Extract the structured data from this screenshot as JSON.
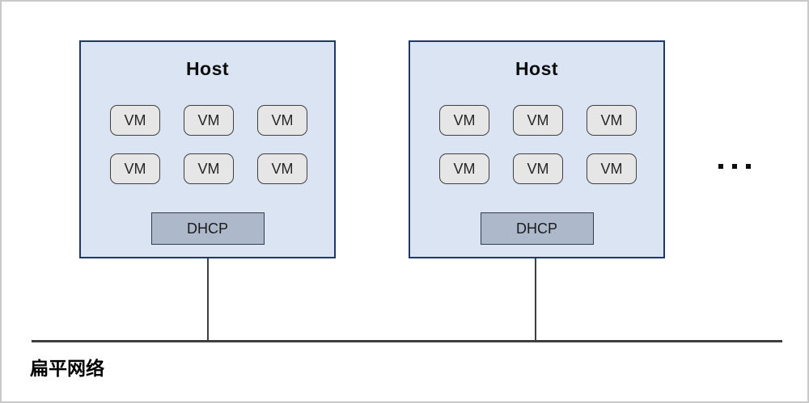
{
  "diagram": {
    "hosts": [
      {
        "title": "Host",
        "vms": [
          "VM",
          "VM",
          "VM",
          "VM",
          "VM",
          "VM"
        ],
        "dhcp_label": "DHCP"
      },
      {
        "title": "Host",
        "vms": [
          "VM",
          "VM",
          "VM",
          "VM",
          "VM",
          "VM"
        ],
        "dhcp_label": "DHCP"
      }
    ],
    "network_label": "扁平网络",
    "icons": {
      "more_hosts": "ellipsis-icon"
    },
    "colors": {
      "host_fill": "#dbe4f3",
      "host_border": "#1f3864",
      "vm_fill": "#e7e6e6",
      "vm_border": "#404040",
      "dhcp_fill": "#adb9ca",
      "dhcp_border": "#333c49",
      "line": "#3f3f3f",
      "frame_border": "#c9c9c9",
      "text": "#0d0d0d"
    }
  }
}
